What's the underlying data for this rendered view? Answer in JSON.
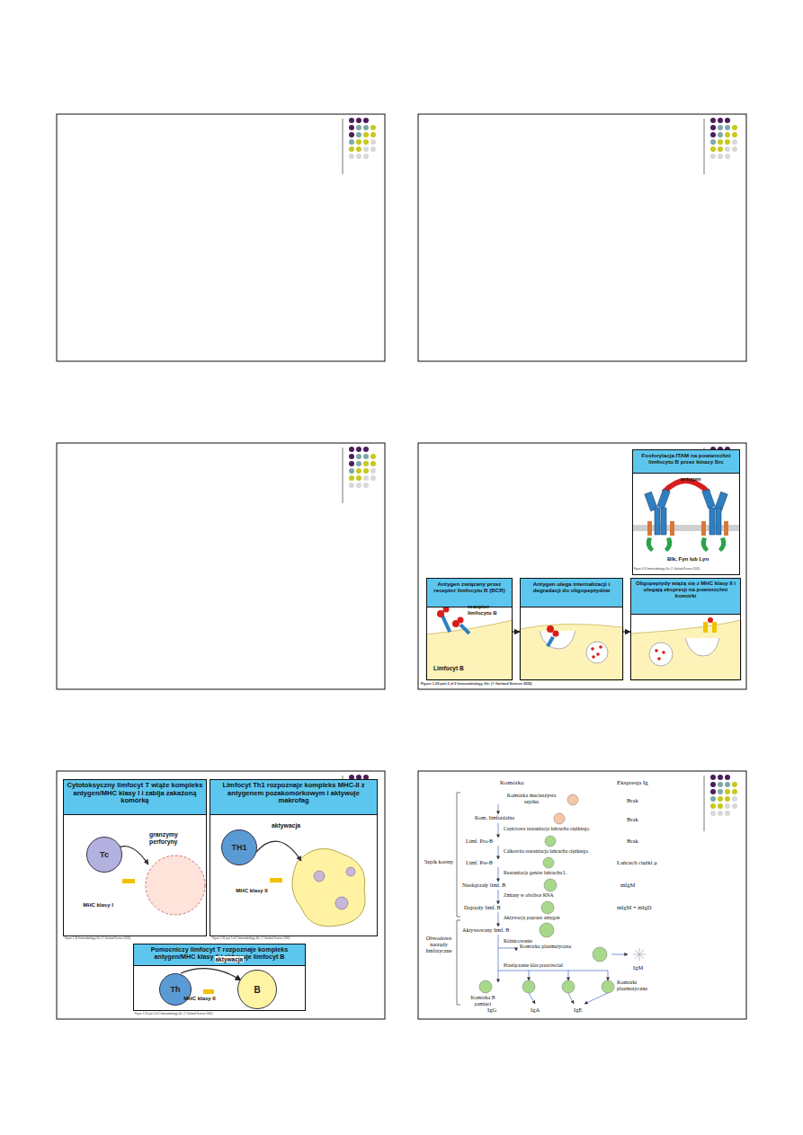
{
  "diagram": {
    "nodes": [
      {
        "text": [
          "Fosforylacja ITAM na powierzchni limfocytu B przez kinazy Src"
        ]
      },
      {
        "text": [
          "Antygen związany przez receptor limfocytu B (BCR)"
        ]
      },
      {
        "text": [
          "Antygen ulega internalizacji i degradacji do oligopeptydów"
        ]
      },
      {
        "text": [
          "Oligopeptydy wiążą się z MHC klasy II i ulegają ekspresji na powierzchni komórki"
        ]
      },
      {
        "text": [
          "Cytotoksyczny limfocyt T wiąże kompleks antygen/MHC klasy I i zabija zakażoną komórkę"
        ]
      },
      {
        "text": [
          "Tc"
        ],
        "in": 4
      },
      {
        "text": [
          "Limfocyt Th1 rozpoznaje kompleks MHC-II z antygenem pozakomórkowym i aktywuje makrofag"
        ]
      },
      {
        "text": [
          "TH1"
        ],
        "in": 6
      },
      {
        "text": [
          "Pomocniczy limfocyt T rozpoznaje kompleks antygen/MHC klasy II i aktywuje limfocyt B"
        ]
      },
      {
        "text": [
          "Th"
        ],
        "in": 8
      },
      {
        "text": [
          "B"
        ],
        "in": 8
      }
    ],
    "edges": [
      {
        "from": 1,
        "to": 2,
        "arrow": "to"
      },
      {
        "from": 2,
        "to": 3,
        "arrow": "to"
      },
      {
        "from": 9,
        "to": 10,
        "label": "aktywacja",
        "arrow": "to"
      }
    ],
    "labels": [
      "antygen",
      "Blk, Fyn lub Lyn",
      "Figure 6-10 Immunobiology, 6/e. (© Garland Science 2005)",
      "receptor limfocytu B",
      "Limfocyt B",
      "Figure 1-29 part 2 of 2 Immunobiology, 6/e. (© Garland Science 2005)",
      "granzymy perforyny",
      "MHC klasy I",
      "Figure 1-30 Immunobiology, 6/e. (© Garland Science 2005)",
      "aktywacja",
      "MHC klasy II",
      "Figure 1-31 part 1 of 2 Immunobiology, 6/e. (© Garland Science 2005)",
      "MHC klasy II",
      "Figure 1-31 part 2 of 2 Immunobiology, 6/e. (© Garland Science 2005)",
      "Komórka",
      "Ekspresja Ig",
      "Komórka macierzysta szpiku",
      "Brak",
      "Kom. limfoidalna",
      "Brak",
      "Częściowa rearanżacja łańcucha ciężkiego",
      "Limf. Pro-B",
      "Brak",
      "Całkowita rearanżacja łańcucha ciężkiego",
      "Limf. Pre-B",
      "Łańcuch ciężki μ",
      "Rearanżacja genów łańcucha L",
      "Niedojrzały limf. B",
      "mIgM",
      "Zmiany w obróbce RNA",
      "Dojrzały limf. B",
      "mIgM + mIgD",
      "Aktywacja poprzez antygen",
      "Aktywowany limf. B",
      "Różnicowanie",
      "Komórka plazmatyczna",
      "IgM",
      "Przełączanie klas przeciwciał",
      "Komórka B pamięci",
      "Komórki plazmatyczne",
      "IgG",
      "IgA",
      "IgE",
      "Szpik kostny",
      "Obwodowe narządy limfatyczne"
    ]
  }
}
